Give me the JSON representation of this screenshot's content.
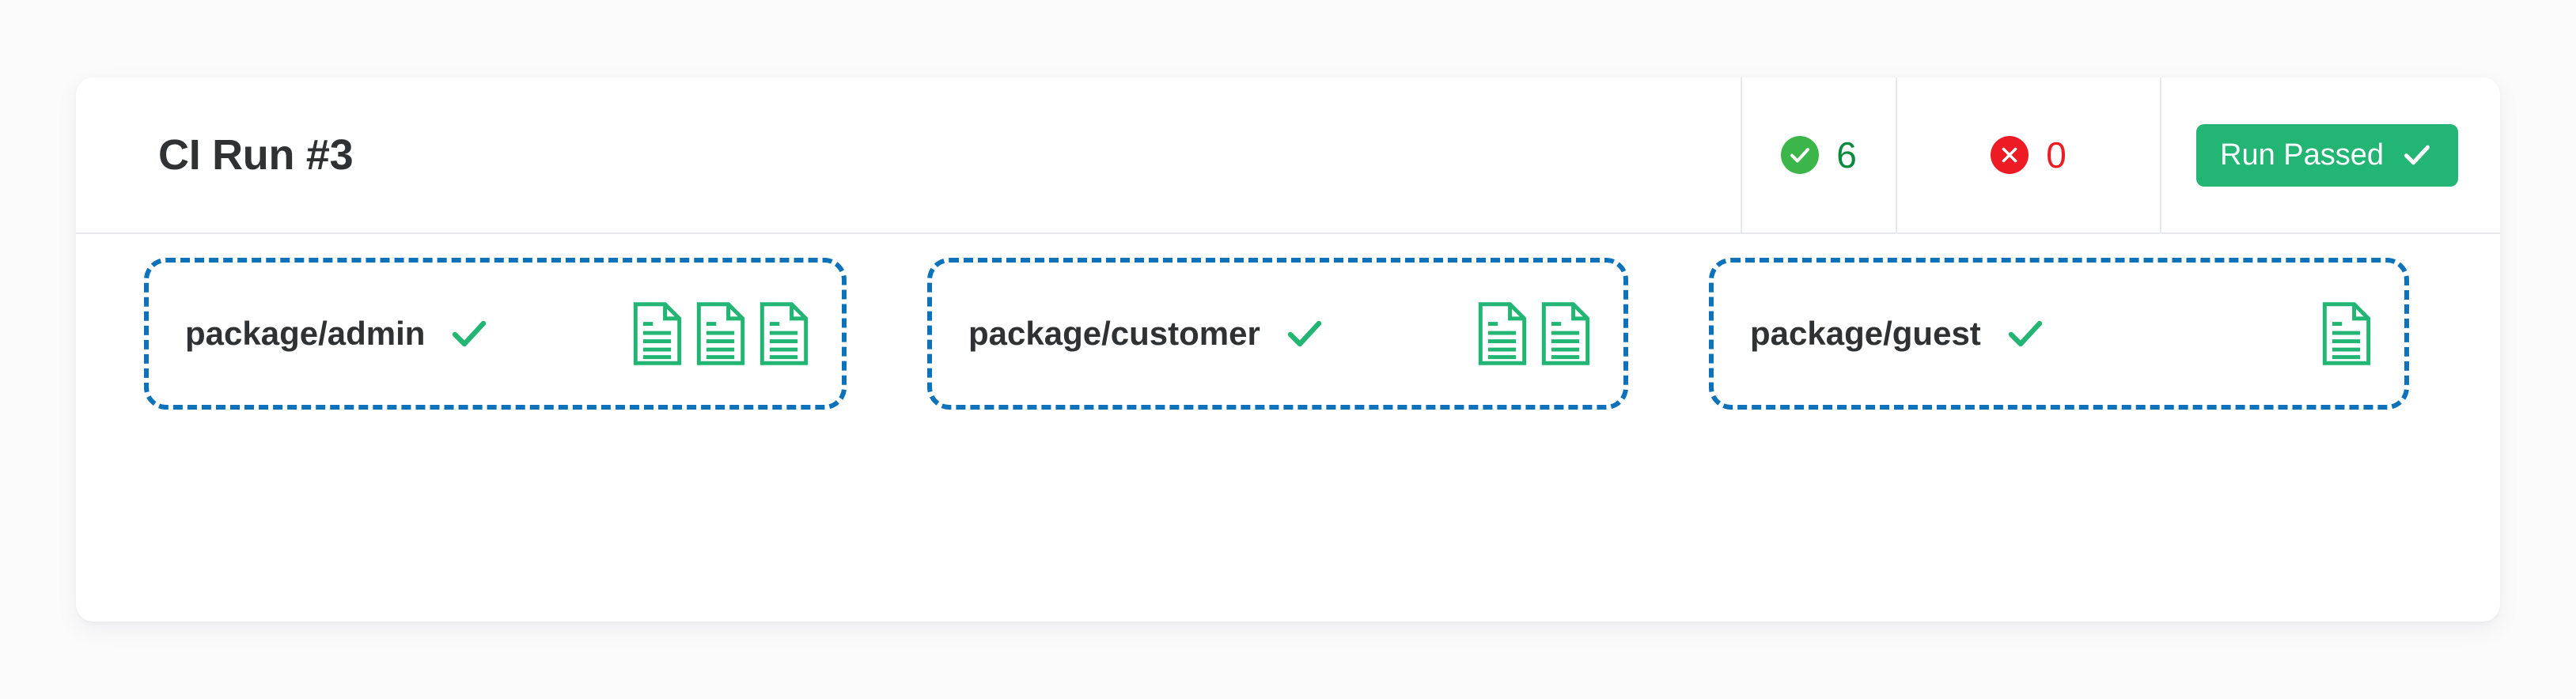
{
  "card": {
    "header": {
      "title": "CI Run #3",
      "stats": [
        {
          "icon": "check-circle-icon",
          "label_value": "6",
          "kind": "passed",
          "color": "#0a8a3c",
          "badge_color": "#3cb54a"
        },
        {
          "icon": "x-circle-icon",
          "label_value": "0",
          "kind": "failed",
          "color": "#ed1c24",
          "badge_color": "#ed1c24"
        }
      ],
      "verdict": {
        "label": "Run Passed",
        "icon": "check-icon",
        "color": "#22b573"
      }
    },
    "body": {
      "groups": [
        {
          "label": "package/admin",
          "status_icon": "check-icon",
          "doc_icon": "document-icon",
          "doc_count": 3
        },
        {
          "label": "package/customer",
          "status_icon": "check-icon",
          "doc_icon": "document-icon",
          "doc_count": 2
        },
        {
          "label": "package/guest",
          "status_icon": "check-icon",
          "doc_icon": "document-icon",
          "doc_count": 1
        }
      ],
      "group_border_color": "#0d72b9",
      "doc_color": "#22b573",
      "check_color": "#22b573"
    }
  }
}
